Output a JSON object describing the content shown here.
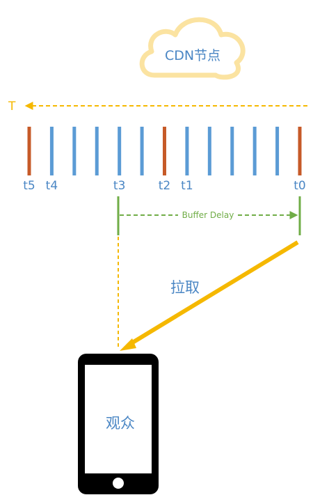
{
  "cloud": {
    "label": "CDN节点"
  },
  "timeline": {
    "axis_label": "T",
    "ticks": [
      {
        "color": "#c65a28",
        "label": "t5"
      },
      {
        "color": "#5b9bd5",
        "label": "t4"
      },
      {
        "color": "#5b9bd5",
        "label": ""
      },
      {
        "color": "#5b9bd5",
        "label": ""
      },
      {
        "color": "#5b9bd5",
        "label": "t3"
      },
      {
        "color": "#5b9bd5",
        "label": ""
      },
      {
        "color": "#c65a28",
        "label": "t2"
      },
      {
        "color": "#5b9bd5",
        "label": "t1"
      },
      {
        "color": "#5b9bd5",
        "label": ""
      },
      {
        "color": "#5b9bd5",
        "label": ""
      },
      {
        "color": "#5b9bd5",
        "label": ""
      },
      {
        "color": "#5b9bd5",
        "label": ""
      },
      {
        "color": "#c65a28",
        "label": "t0"
      }
    ]
  },
  "buffer": {
    "label": "Buffer Delay"
  },
  "pull": {
    "label": "拉取"
  },
  "phone": {
    "label": "观众"
  },
  "colors": {
    "orange": "#f5b800",
    "cloud_stroke": "#fbe3a1",
    "green": "#70ad47",
    "blue_text": "#4a86c4",
    "red_tick": "#c65a28",
    "blue_tick": "#5b9bd5",
    "phone_body": "#000000"
  }
}
